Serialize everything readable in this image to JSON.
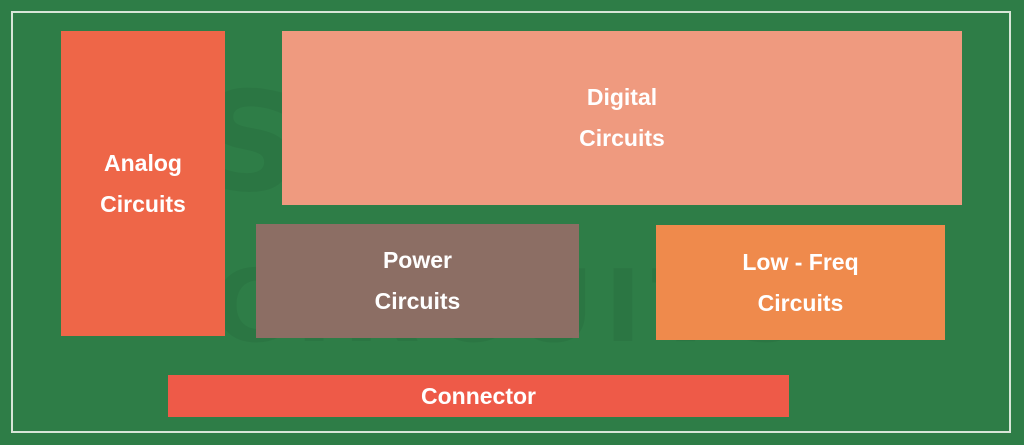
{
  "board": {
    "colors": {
      "pcb": "#2e7d47",
      "border": "#d8e6d8",
      "analog": "#ee6648",
      "digital": "#ef9a7f",
      "power": "#8c6e64",
      "low_freq": "#ef8a4c",
      "connector": "#ee5a48"
    },
    "watermark": {
      "line1": "SIERRA",
      "line2": "CIRCUITS"
    },
    "blocks": {
      "analog": {
        "label": "Analog\nCircuits"
      },
      "digital": {
        "label": "Digital\nCircuits"
      },
      "power": {
        "label": "Power\nCircuits"
      },
      "low_freq": {
        "label": "Low - Freq\nCircuits"
      },
      "connector": {
        "label": "Connector"
      }
    }
  }
}
